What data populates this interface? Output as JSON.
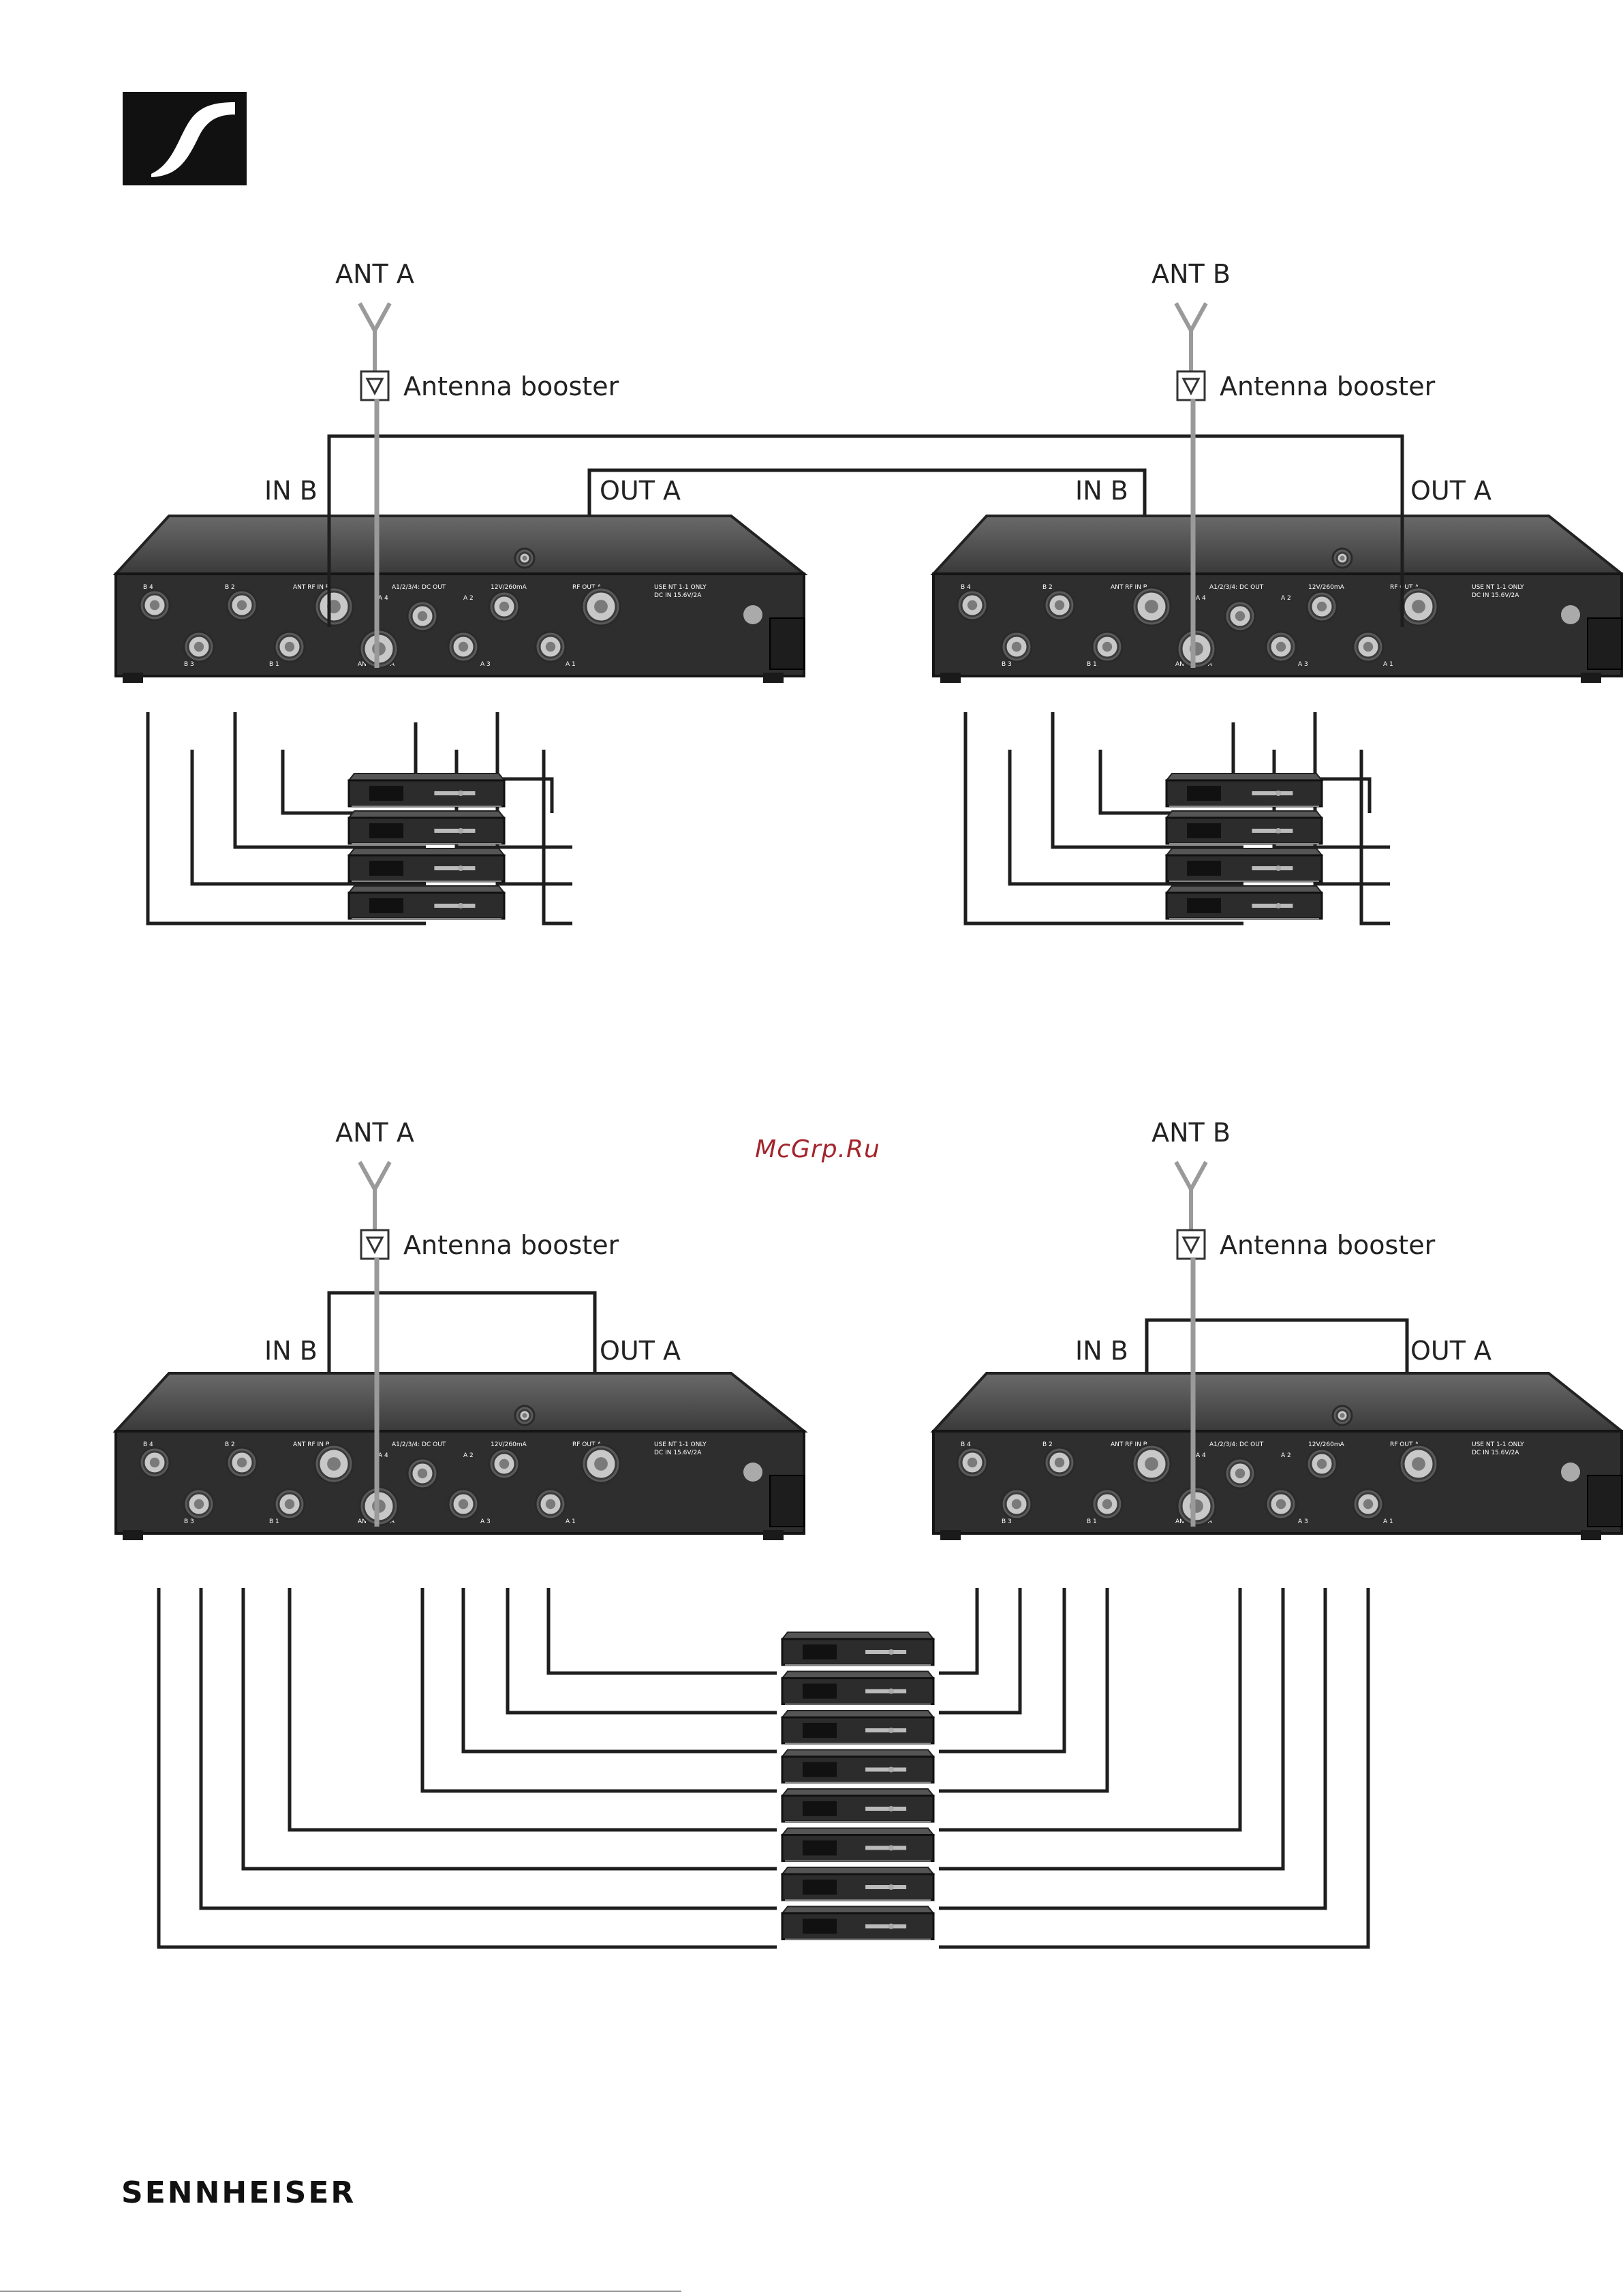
{
  "brand": {
    "wordmark": "SENNHEISER",
    "logo_icon": "sennheiser-logo-icon"
  },
  "watermark": "McGrp.Ru",
  "labels": {
    "ant_a": "ANT A",
    "ant_b": "ANT B",
    "booster": "Antenna booster",
    "in_b": "IN B",
    "out_a": "OUT A"
  },
  "device_labels": {
    "port_a1": "A 1",
    "port_a2": "A 2",
    "port_a3": "A 3",
    "port_a4": "A 4",
    "port_b1": "B 1",
    "port_b2": "B 2",
    "port_b3": "B 3",
    "port_b4": "B 4",
    "ant_rf_in_a": "ANT RF IN A",
    "ant_rf_in_b": "ANT RF IN B",
    "rf_out_a": "RF OUT A",
    "dc_out": "A1/2/3/4: DC OUT",
    "dc_rating": "12V/260mA",
    "psu_note": "USE NT 1-1 ONLY",
    "dc_in": "DC IN 15.6V/2A"
  },
  "diagrams": [
    {
      "name": "cascade-4-receivers",
      "receivers_per_splitter": 4
    },
    {
      "name": "shared-8-receivers",
      "receivers_total": 8
    }
  ]
}
